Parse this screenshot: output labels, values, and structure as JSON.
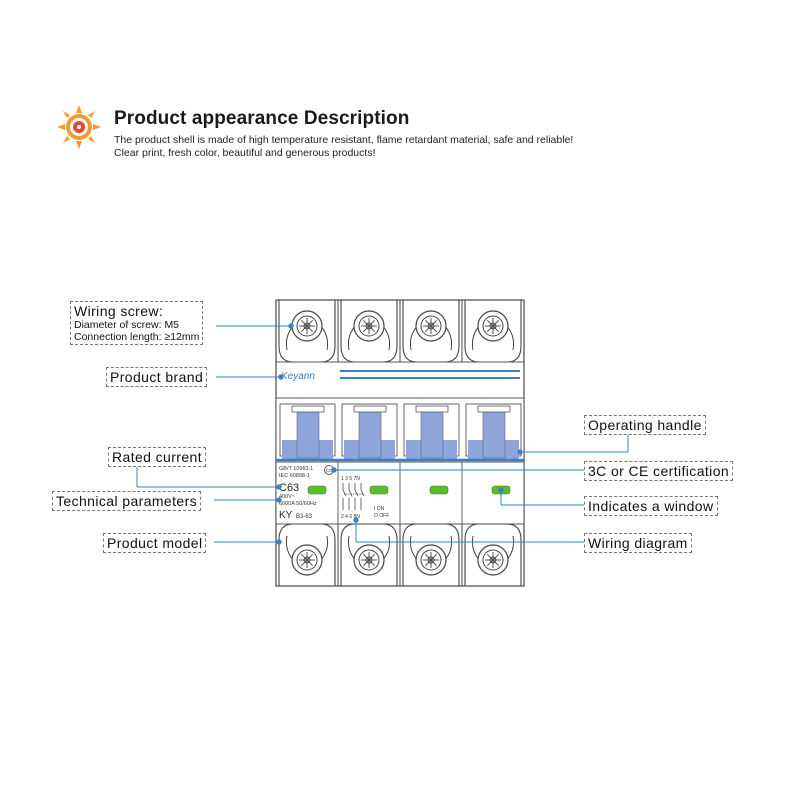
{
  "header": {
    "title": "Product appearance Description",
    "line1": "The product shell is made of high temperature resistant, flame retardant material, safe and reliable!",
    "line2": "Clear print, fresh color, beautiful and generous products!"
  },
  "callouts": {
    "wiring_screw": {
      "title": "Wiring screw:",
      "line1": "Diameter of screw: M5",
      "line2": "Connection length: ≥12mm"
    },
    "product_brand": "Product brand",
    "rated_current": "Rated current",
    "technical_parameters": "Technical parameters",
    "product_model": "Product model",
    "operating_handle": "Operating handle",
    "certification": "3C or CE certification",
    "indicator_window": "Indicates a window",
    "wiring_diagram": "Wiring diagram"
  },
  "device": {
    "brand": "Keyann",
    "std1": "GB/T 10963.1",
    "std2": "IEC 60898-1",
    "rating": "C63",
    "voltage": "400V~",
    "breaking": "6000A  50/60Hz",
    "model_prefix": "KY",
    "model_suffix": "B3-63",
    "terminals_top": "1  3  5  7N",
    "terminals_bottom": "2  4  6  8N",
    "on": "I ON",
    "off": "O OFF",
    "cert_mark": "CC"
  },
  "colors": {
    "accent_blue": "#3d7fc4",
    "handle_blue": "#8fa4d9",
    "indicator_green": "#5bbd2a",
    "logo_orange": "#f39b2f"
  }
}
